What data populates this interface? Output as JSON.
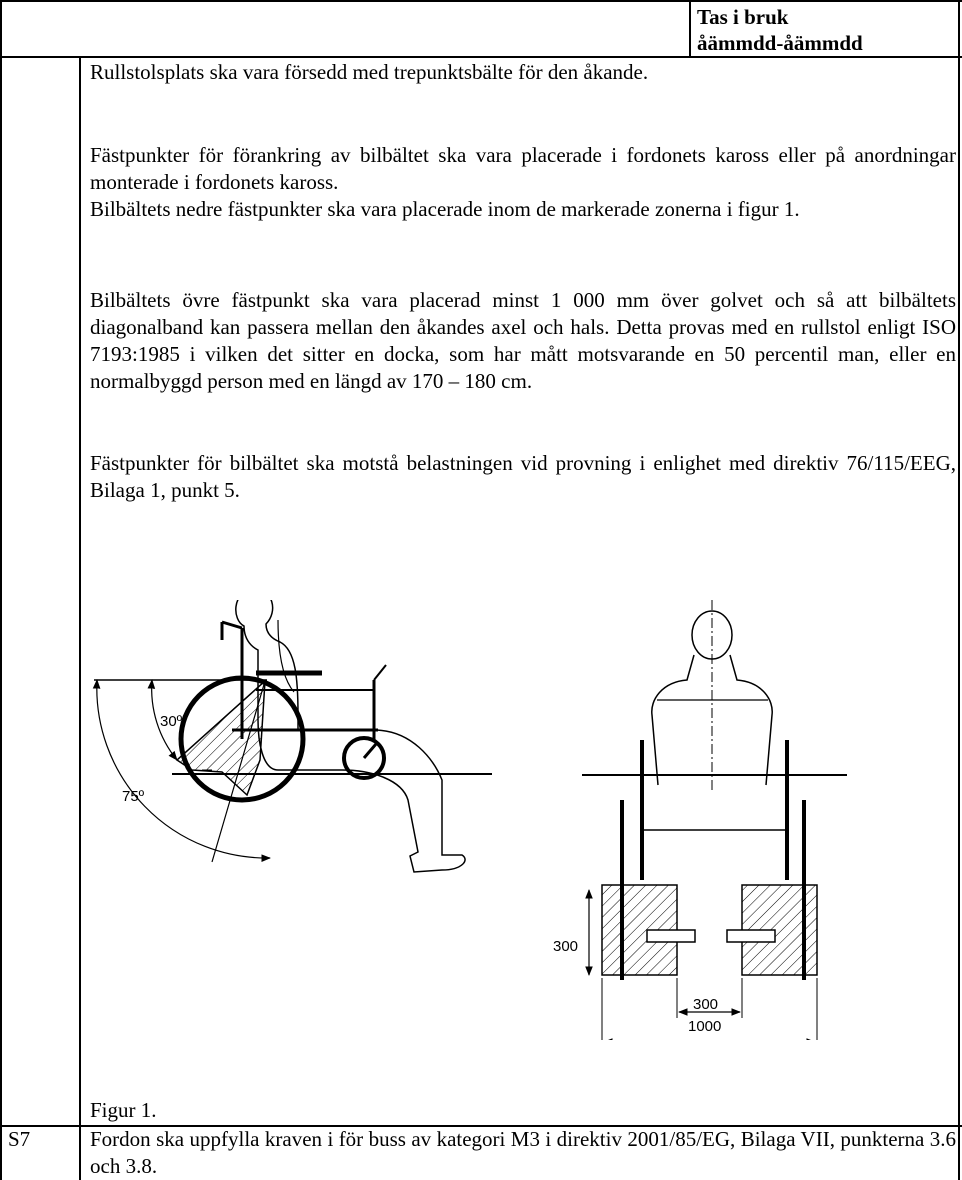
{
  "header": {
    "date_line1": "Tas i bruk",
    "date_line2": "åämmdd-åämmdd"
  },
  "section_s6": {
    "p1": "Rullstolsplats ska vara försedd med trepunktsbälte för den åkande.",
    "p2": "Fästpunkter för förankring av bilbältet ska vara placerade i fordonets kaross eller på anordningar monterade i fordonets kaross.",
    "p3": "Bilbältets nedre fästpunkter ska vara placerade inom de markerade zonerna i figur 1.",
    "p4": "Bilbältets övre fästpunkt ska vara placerad minst 1 000 mm över golvet och så att bilbältets diagonalband kan passera mellan den åkandes axel och hals. Detta provas med en rullstol enligt ISO 7193:1985 i vilken det sitter en docka, som har mått motsvarande en 50 percentil man, eller en normalbyggd person med en längd av 170 – 180 cm.",
    "p5": "Fästpunkter för bilbältet ska motstå belastningen vid provning i enlighet med direktiv 76/115/EEG, Bilaga 1, punkt 5.",
    "figure": {
      "angle_30": "30º",
      "angle_75": "75º",
      "dim_300_height": "300",
      "dim_300_width": "300",
      "dim_1000": "1000"
    },
    "caption": "Figur 1."
  },
  "section_s7": {
    "code": "S7",
    "text": "Fordon ska uppfylla kraven i för buss av kategori M3 i direktiv 2001/85/EG, Bilaga VII, punkterna 3.6 och 3.8."
  }
}
